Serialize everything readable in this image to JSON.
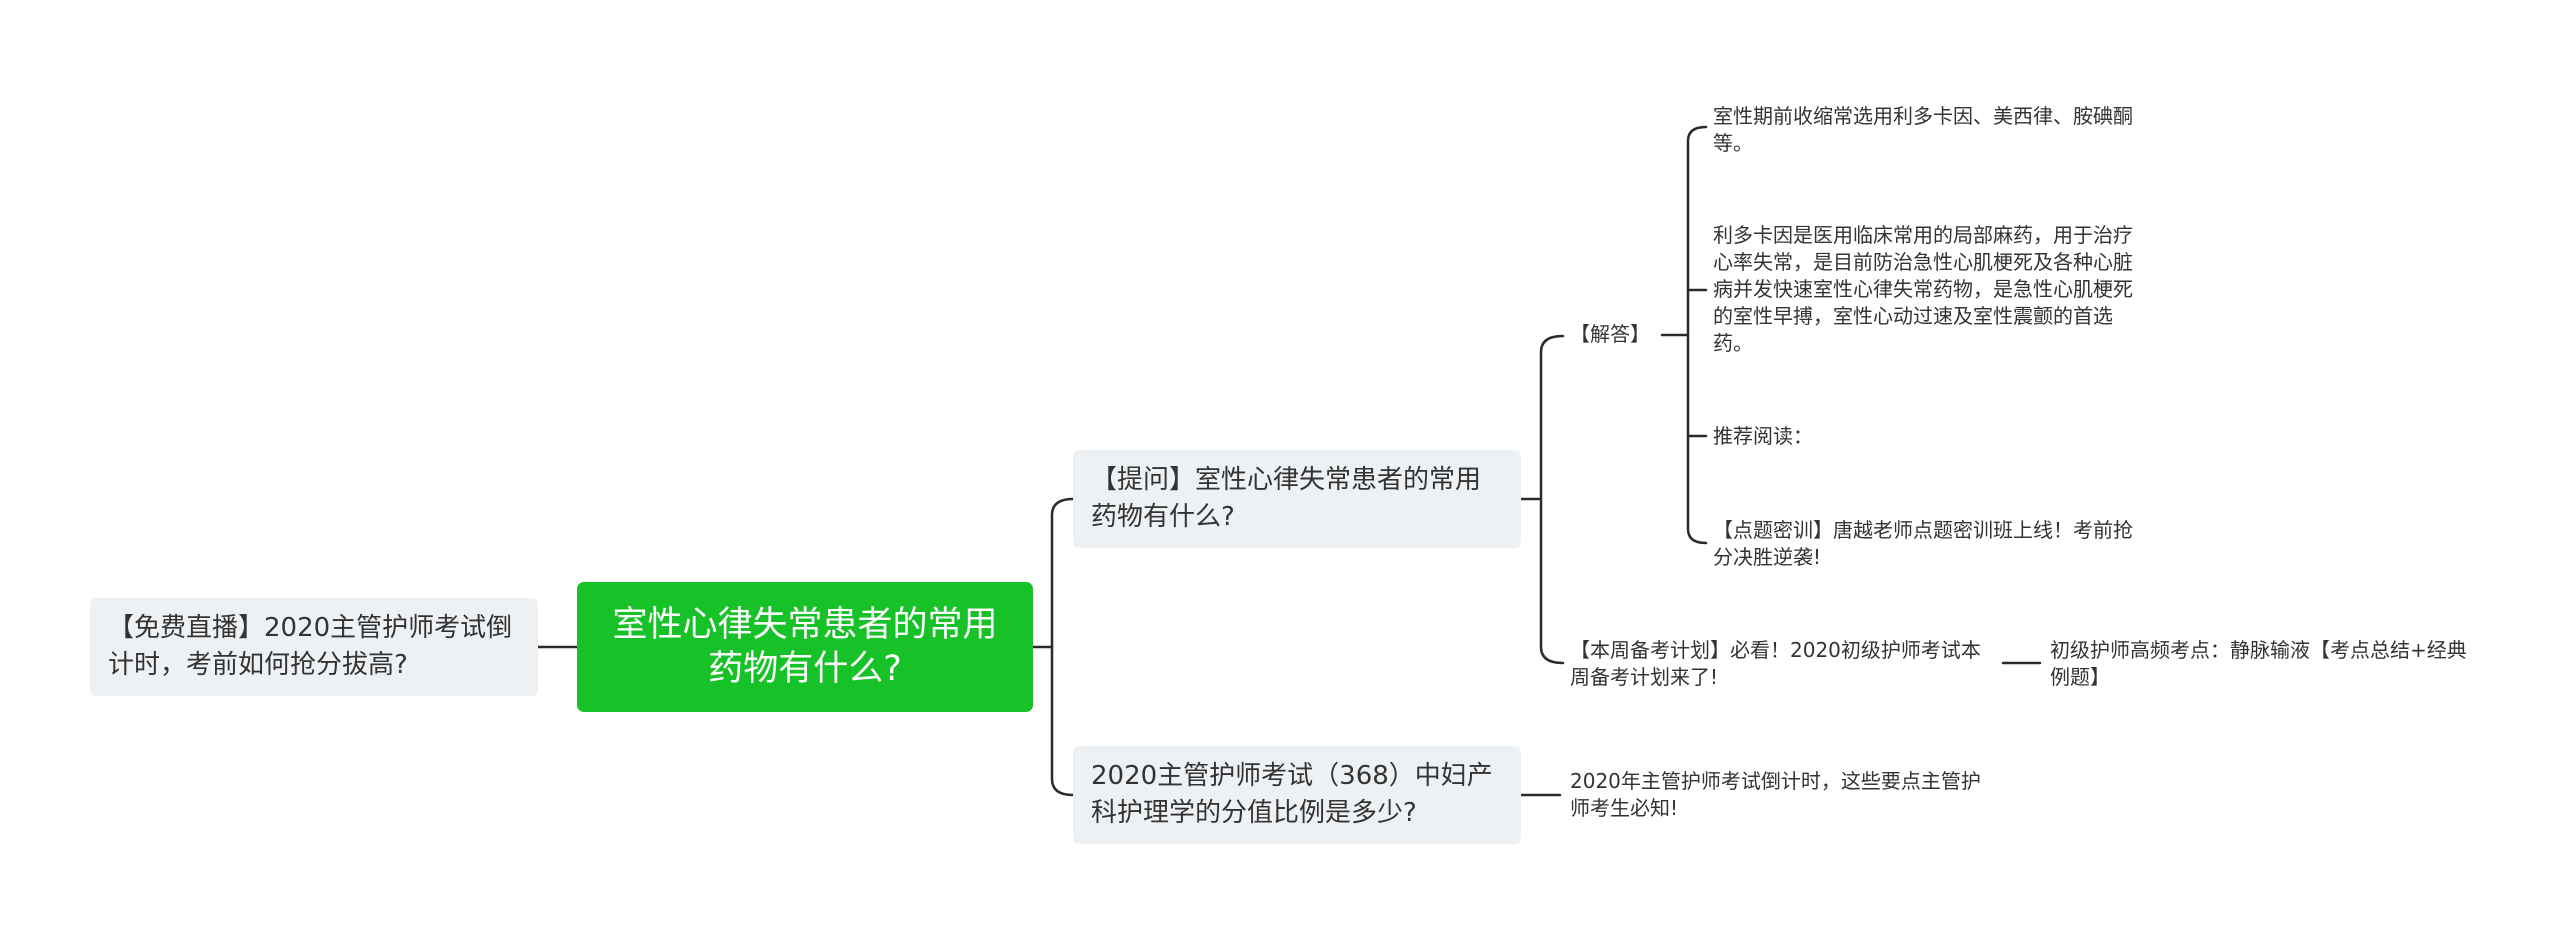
{
  "mindmap": {
    "root": {
      "text": "室性心律失常患者的常用药物有什么?"
    },
    "left_topic": {
      "text": "【免费直播】2020主管护师考试倒计时，考前如何抢分拔高?"
    },
    "branch_question": {
      "text": "【提问】室性心律失常患者的常用药物有什么?",
      "answer": {
        "text": "【解答】",
        "children": [
          {
            "text": "室性期前收缩常选用利多卡因、美西律、胺碘酮等。"
          },
          {
            "text": "利多卡因是医用临床常用的局部麻药，用于治疗心率失常，是目前防治急性心肌梗死及各种心脏病并发快速室性心律失常药物，是急性心肌梗死的室性早搏，室性心动过速及室性震颤的首选药。"
          },
          {
            "text": "推荐阅读："
          },
          {
            "text": "【点题密训】唐越老师点题密训班上线！考前抢分决胜逆袭!"
          }
        ]
      },
      "weekly_plan": {
        "text": "【本周备考计划】必看！2020初级护师考试本周备考计划来了!",
        "child": {
          "text": "初级护师高频考点：静脉输液【考点总结+经典例题】"
        }
      }
    },
    "branch_score": {
      "text": "2020主管护师考试（368）中妇产科护理学的分值比例是多少?",
      "child": {
        "text": "2020年主管护师考试倒计时，这些要点主管护师考生必知!"
      }
    },
    "colors": {
      "root": "#16c227",
      "box": "#eef1f4",
      "line": "#2b2b2b"
    }
  }
}
